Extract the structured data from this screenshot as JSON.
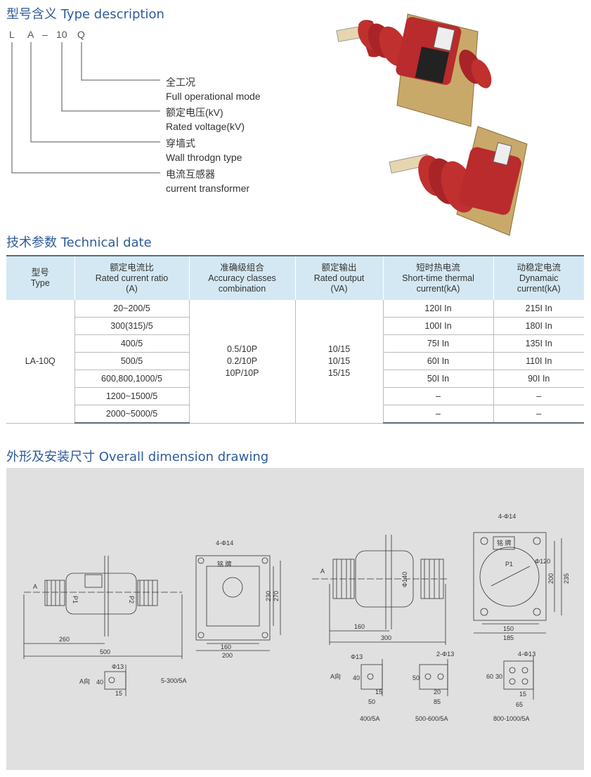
{
  "type_section": {
    "title": "型号含义 Type description",
    "code_letters": [
      "L",
      "A",
      "–",
      "10",
      "Q"
    ],
    "items": [
      {
        "zh": "全工况",
        "en": "Full operational mode"
      },
      {
        "zh": "额定电压(kV)",
        "en": "Rated voltage(kV)"
      },
      {
        "zh": "穿墙式",
        "en": "Wall throdgn type"
      },
      {
        "zh": "电流互感器",
        "en": "current transformer"
      }
    ]
  },
  "tech_section": {
    "title": "技术参数 Technical date",
    "headers": [
      [
        "型号",
        "Type"
      ],
      [
        "额定电流比",
        "Rated current ratio",
        "(A)"
      ],
      [
        "准确级组合",
        "Accuracy classes",
        "combination"
      ],
      [
        "额定输出",
        "Rated output",
        "(VA)"
      ],
      [
        "短时热电流",
        "Short-time thermal",
        "current(kA)"
      ],
      [
        "动稳定电流",
        "Dynamaic",
        "current(kA)"
      ]
    ],
    "model": "LA-10Q",
    "ratios": [
      "20~200/5",
      "300(315)/5",
      "400/5",
      "500/5",
      "600,800,1000/5",
      "1200~1500/5",
      "2000~5000/5"
    ],
    "accuracy": [
      "0.5/10P",
      "0.2/10P",
      "10P/10P"
    ],
    "output": [
      "10/15",
      "10/15",
      "15/15"
    ],
    "thermal": [
      "120I In",
      "100I In",
      "75I In",
      "60I In",
      "50I In",
      "–",
      "–"
    ],
    "dynamic": [
      "215I In",
      "180I In",
      "135I In",
      "110I In",
      "90I In",
      "–",
      "–"
    ]
  },
  "drawing_section": {
    "title": "外形及安装尺寸  Overall dimension drawing",
    "left": {
      "dims": [
        "260",
        "500",
        "160",
        "200",
        "230",
        "270",
        "4-Φ14",
        "Φ13",
        "40",
        "15"
      ],
      "marks": [
        "A",
        "P1",
        "P2",
        "铭 牌",
        "A向"
      ],
      "caption": "5-300/5A"
    },
    "right": {
      "dims": [
        "160",
        "300",
        "Φ140",
        "4-Φ14",
        "Φ120",
        "200",
        "235",
        "150",
        "185"
      ],
      "marks": [
        "A",
        "P1",
        "铭 牌"
      ],
      "details": [
        {
          "label": "400/5A",
          "dims": [
            "Φ13",
            "40",
            "15",
            "50"
          ],
          "mark": "A向"
        },
        {
          "label": "500-600/5A",
          "dims": [
            "2-Φ13",
            "50",
            "20",
            "85"
          ]
        },
        {
          "label": "800-1000/5A",
          "dims": [
            "4-Φ13",
            "60",
            "30",
            "15",
            "65"
          ]
        }
      ]
    }
  }
}
